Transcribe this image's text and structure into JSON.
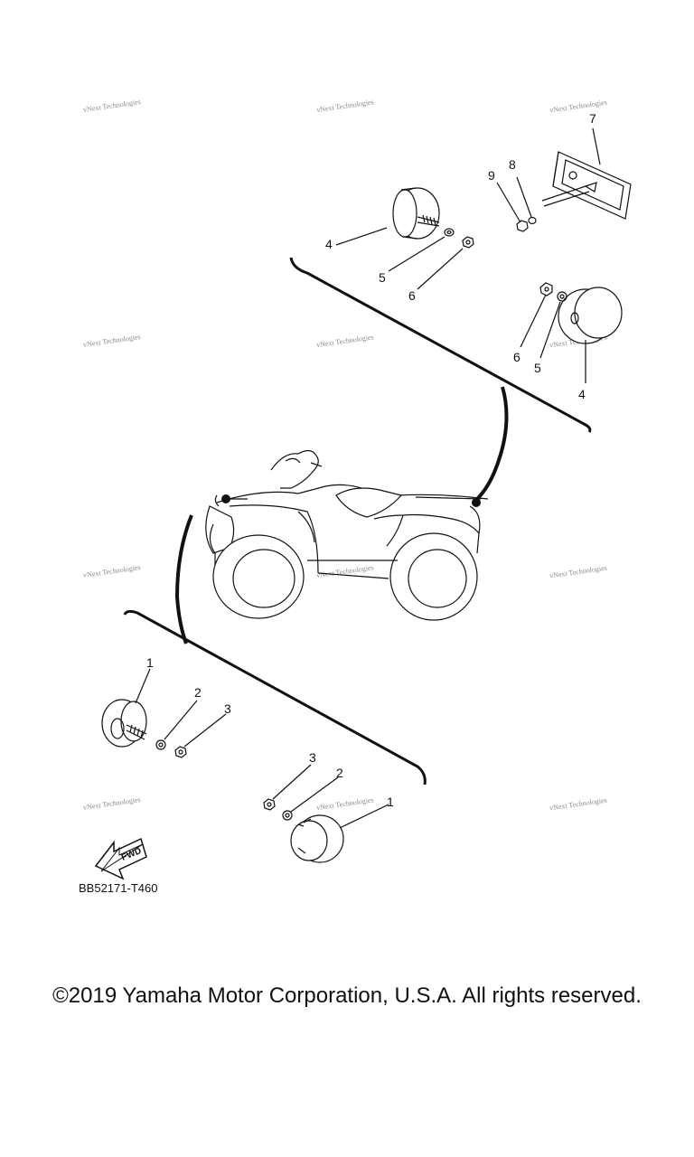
{
  "diagram": {
    "watermark_text": "vNext Technologies",
    "diagram_code": "BB52171-T460",
    "fwd_label": "FWD",
    "callouts": {
      "rear_left": [
        "4",
        "5",
        "6"
      ],
      "rear_plate": [
        "7",
        "8",
        "9"
      ],
      "rear_right": [
        "6",
        "5",
        "4"
      ],
      "front_left": [
        "1",
        "2",
        "3"
      ],
      "front_right": [
        "3",
        "2",
        "1"
      ]
    }
  },
  "footer": {
    "copyright": "©2019 Yamaha Motor Corporation, U.S.A. All rights reserved."
  }
}
